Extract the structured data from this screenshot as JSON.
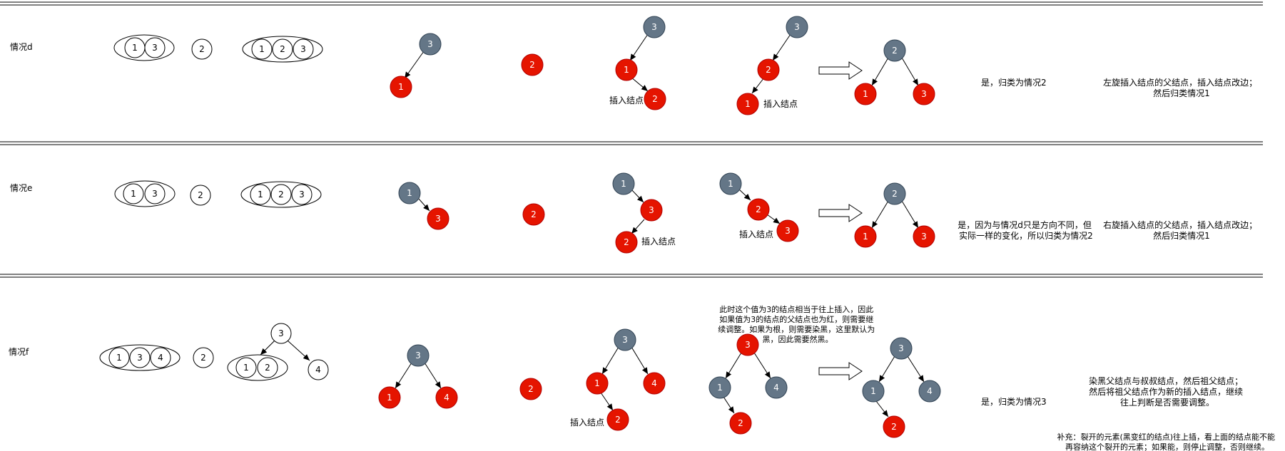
{
  "colors": {
    "red": "#e51400",
    "black_node": "#647687",
    "stroke": "#000000",
    "background": "#ffffff"
  },
  "sections": [
    {
      "label": "情况d",
      "two_node": [
        "1",
        "3"
      ],
      "incoming": "2",
      "four_node": [
        "1",
        "2",
        "3"
      ],
      "tree_before": {
        "root": "3",
        "child": "1"
      },
      "insert_node": "2",
      "step1": {
        "root": "3",
        "mid": "1",
        "leaf": "2",
        "note": "插入结点"
      },
      "step2": {
        "root": "3",
        "mid": "2",
        "leaf": "1",
        "note": "插入结点"
      },
      "result": {
        "root": "2",
        "left": "1",
        "right": "3"
      },
      "classification": "是，归类为情况2",
      "explanation": [
        "左旋插入结点的父结点，插入结点改边；",
        "然后归类情况1"
      ]
    },
    {
      "label": "情况e",
      "two_node": [
        "1",
        "3"
      ],
      "incoming": "2",
      "four_node": [
        "1",
        "2",
        "3"
      ],
      "tree_before": {
        "root": "1",
        "child": "3"
      },
      "insert_node": "2",
      "step1": {
        "root": "1",
        "mid": "3",
        "leaf": "2",
        "note": "插入结点"
      },
      "step2": {
        "root": "1",
        "mid": "2",
        "leaf": "3",
        "note": "插入结点"
      },
      "result": {
        "root": "2",
        "left": "1",
        "right": "3"
      },
      "classification": [
        "是，因为与情况d只是方向不同，但",
        "实际一样的变化，所以归类为情况2"
      ],
      "explanation": [
        "右旋插入结点的父结点，插入结点改边；",
        "然后归类情况1"
      ]
    },
    {
      "label": "情况f",
      "three_node": [
        "1",
        "3",
        "4"
      ],
      "incoming": "2",
      "split": {
        "top": "3",
        "left_group": [
          "1",
          "2"
        ],
        "right": "4"
      },
      "tree_before": {
        "root": "3",
        "left": "1",
        "right": "4"
      },
      "insert_node": "2",
      "step1": {
        "root": "3",
        "left": "1",
        "right": "4",
        "leaf": "2",
        "note": "插入结点"
      },
      "step2": {
        "root": "3",
        "left": "1",
        "right": "4",
        "leaf": "2"
      },
      "step2_note": [
        "此时这个值为3的结点相当于往上插入，因此",
        "如果值为3的结点的父结点也为红，则需要继",
        "续调整。如果为根，则需要染黑，这里默认为",
        "黑，因此需要然黑。"
      ],
      "result": {
        "root": "3",
        "left": "1",
        "right": "4",
        "leaf": "2"
      },
      "classification": "是，归类为情况3",
      "explanation": [
        "染黑父结点与叔叔结点，然后祖父结点；",
        "然后将祖父结点作为新的插入结点，继续",
        "往上判断是否需要调整。"
      ]
    }
  ],
  "footnote": [
    "补充：裂开的元素(黑变红的结点)往上插，看上面的结点能不能",
    "再容纳这个裂开的元素；如果能，则停止调整，否则继续。"
  ]
}
